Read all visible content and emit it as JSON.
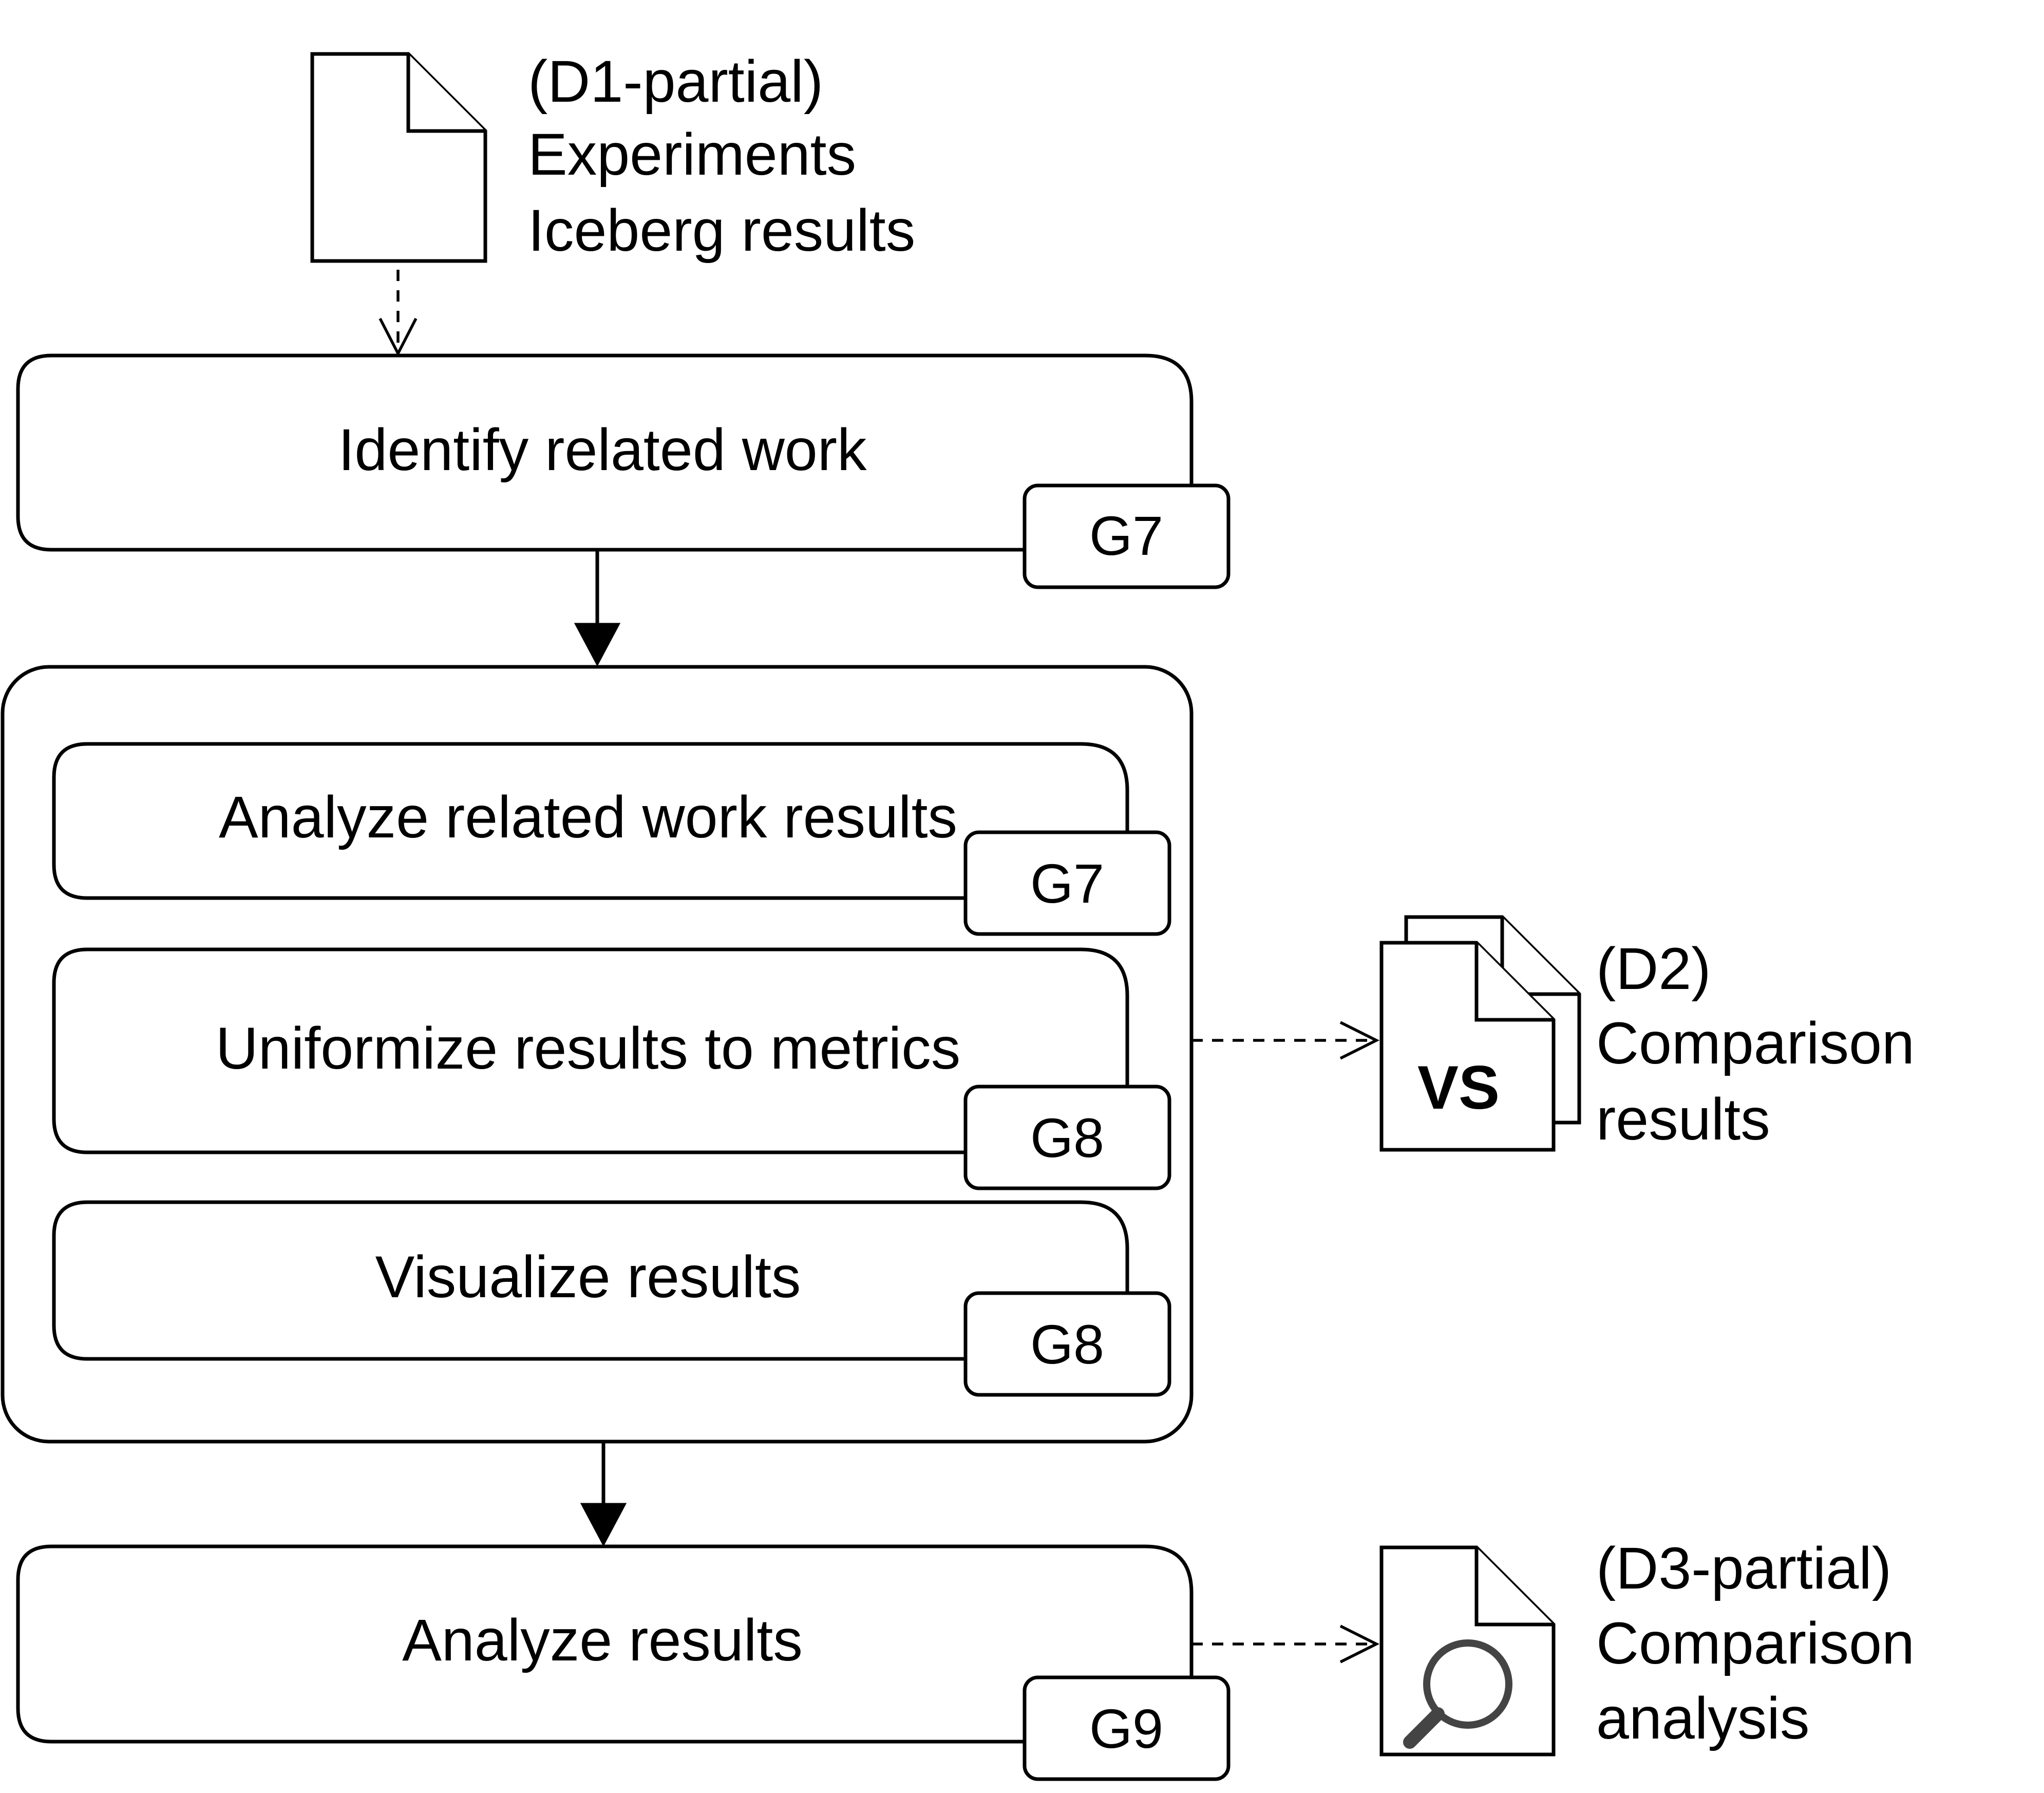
{
  "steps": {
    "identify": {
      "label": "Identify related work",
      "tag": "G7"
    },
    "analyze_related": {
      "label": "Analyze related work results",
      "tag": "G7"
    },
    "uniformize": {
      "label": "Uniformize results to metrics",
      "tag": "G8"
    },
    "visualize": {
      "label": "Visualize results",
      "tag": "G8"
    },
    "analyze": {
      "label": "Analyze results",
      "tag": "G9"
    }
  },
  "documents": {
    "d1": {
      "lines": [
        "(D1-partial)",
        "Experiments",
        "Iceberg results"
      ]
    },
    "d2": {
      "lines": [
        "(D2)",
        "Comparison",
        "results"
      ],
      "icon_text": "VS",
      "icon": "stacked-document-icon"
    },
    "d3": {
      "lines": [
        "(D3-partial)",
        "Comparison",
        "analysis"
      ],
      "icon": "magnifier-document-icon"
    }
  },
  "colors": {
    "stroke": "#000000",
    "background": "#ffffff",
    "magnifier": "#444444"
  }
}
